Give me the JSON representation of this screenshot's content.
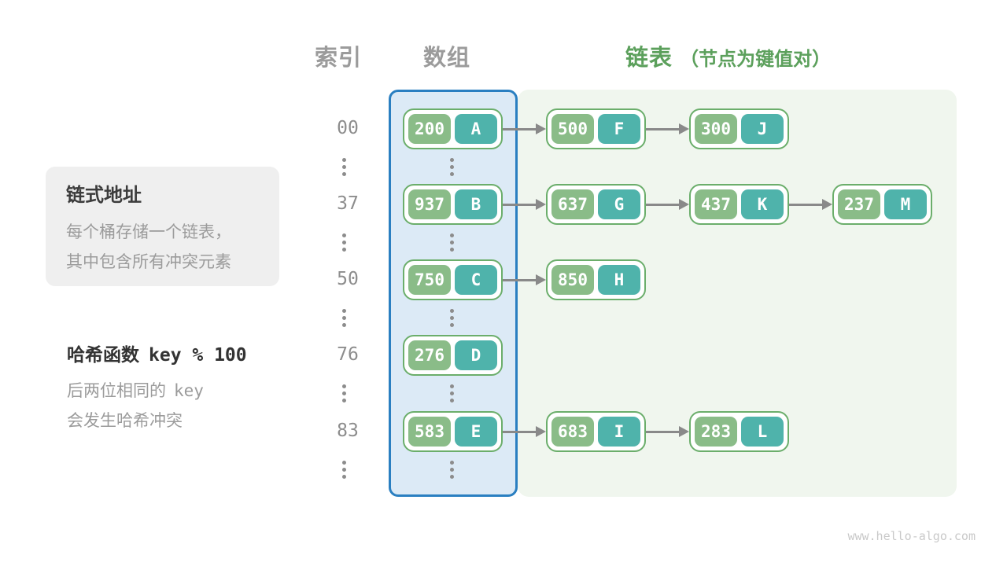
{
  "header": {
    "index_label": "索引",
    "array_label": "数组",
    "list_label": "链表",
    "list_note": "（节点为键值对）"
  },
  "notes": {
    "chaining": {
      "title": "链式地址",
      "line1": "每个桶存储一个链表，",
      "line2": "其中包含所有冲突元素"
    },
    "hash": {
      "title_text": "哈希函数",
      "title_code": "key % 100",
      "line1_text": "后两位相同的",
      "line1_code": "key",
      "line2": "会发生哈希冲突"
    }
  },
  "rows": [
    {
      "index": "00",
      "bucket": {
        "key": "200",
        "value": "A"
      },
      "chain": [
        {
          "key": "500",
          "value": "F"
        },
        {
          "key": "300",
          "value": "J"
        }
      ]
    },
    {
      "index": "37",
      "bucket": {
        "key": "937",
        "value": "B"
      },
      "chain": [
        {
          "key": "637",
          "value": "G"
        },
        {
          "key": "437",
          "value": "K"
        },
        {
          "key": "237",
          "value": "M"
        }
      ]
    },
    {
      "index": "50",
      "bucket": {
        "key": "750",
        "value": "C"
      },
      "chain": [
        {
          "key": "850",
          "value": "H"
        }
      ]
    },
    {
      "index": "76",
      "bucket": {
        "key": "276",
        "value": "D"
      },
      "chain": []
    },
    {
      "index": "83",
      "bucket": {
        "key": "583",
        "value": "E"
      },
      "chain": [
        {
          "key": "683",
          "value": "I"
        },
        {
          "key": "283",
          "value": "L"
        }
      ]
    }
  ],
  "watermark": "www.hello-algo.com",
  "colors": {
    "accent_blue": "#2a7fc1",
    "panel_blue": "#dceaf6",
    "panel_green": "#f0f6ee",
    "brand_green": "#5ca05c",
    "key_green": "#8abc88",
    "val_teal": "#4fb3ab",
    "node_border": "#6bae6b",
    "arrow_gray": "#898989"
  }
}
